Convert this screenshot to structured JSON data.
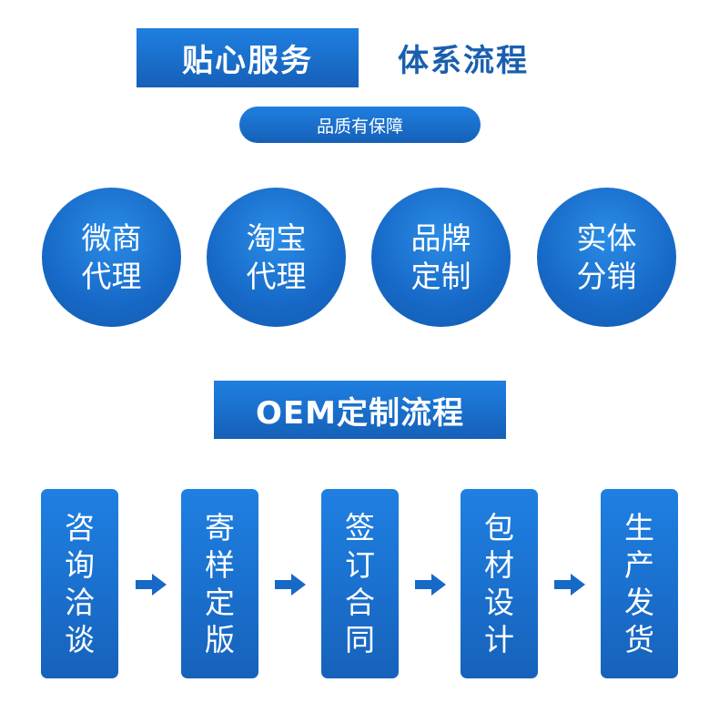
{
  "header": {
    "left_title": "贴心服务",
    "right_title": "体系流程"
  },
  "subtitle": "品质有保障",
  "services": [
    {
      "line1": "微商",
      "line2": "代理"
    },
    {
      "line1": "淘宝",
      "line2": "代理"
    },
    {
      "line1": "品牌",
      "line2": "定制"
    },
    {
      "line1": "实体",
      "line2": "分销"
    }
  ],
  "oem_title": "OEM定制流程",
  "steps": [
    {
      "chars": [
        "咨",
        "询",
        "洽",
        "谈"
      ]
    },
    {
      "chars": [
        "寄",
        "样",
        "定",
        "版"
      ]
    },
    {
      "chars": [
        "签",
        "订",
        "合",
        "同"
      ]
    },
    {
      "chars": [
        "包",
        "材",
        "设",
        "计"
      ]
    },
    {
      "chars": [
        "生",
        "产",
        "发",
        "货"
      ]
    }
  ],
  "colors": {
    "primary": "#1769c7",
    "title_text": "#1a5fae"
  }
}
